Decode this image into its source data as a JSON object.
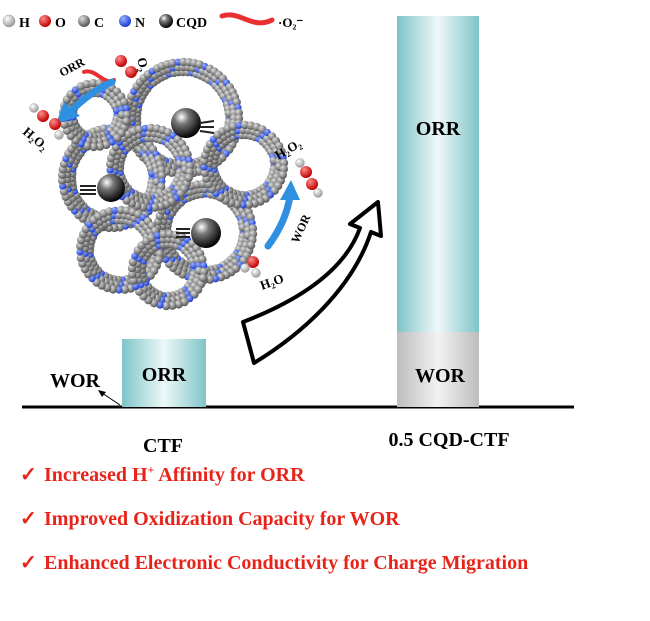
{
  "legend": {
    "h": "H",
    "o": "O",
    "c": "C",
    "n": "N",
    "cqd": "CQD",
    "superoxide": "·O₂⁻"
  },
  "molecules": {
    "o2": "O₂",
    "h2o2_left": "H₂O₂",
    "h2o2_right": "H₂O₂",
    "h2o": "H₂O",
    "orr": "ORR",
    "wor": "WOR"
  },
  "chart": {
    "ctf_bar_label": "ORR",
    "ctf_wor_label": "WOR",
    "ctf_name": "CTF",
    "cqd_orr_label": "ORR",
    "cqd_wor_label": "WOR",
    "cqd_name": "0.5 CQD-CTF"
  },
  "bullets": {
    "check": "✓",
    "b1_pre": "Increased H",
    "b1_sup": "+",
    "b1_post": " Affinity for ORR",
    "b2": "Improved Oxidization Capacity for WOR",
    "b3": "Enhanced Electronic Conductivity for Charge Migration"
  },
  "colors": {
    "bar_teal_dark": "#7ec4c8",
    "bar_teal_light": "#e6f4f4",
    "wor_gray": "#d8d8d8",
    "check_red": "#e8241a",
    "atom_blue": "#2a4fe0",
    "atom_gray": "#8a8a8a",
    "atom_red": "#e01010",
    "arrow_blue": "#2f8fe0"
  }
}
